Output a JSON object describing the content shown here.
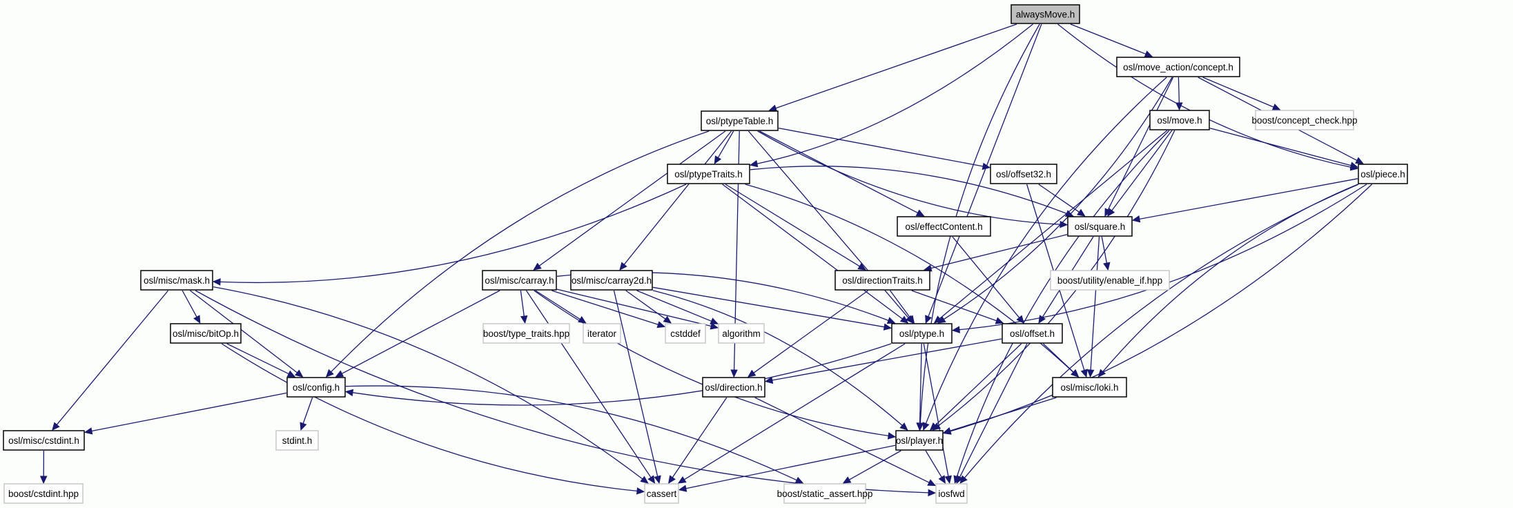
{
  "diagram": {
    "type": "include-dependency-graph",
    "root": "alwaysMove.h",
    "colors": {
      "edge": "#191970",
      "root_fill": "#bfbfbf",
      "node_border": "#000000",
      "external_border": "#bfbfbf",
      "background": "#fcfefc"
    },
    "nodes": [
      {
        "id": "alwaysMove",
        "label": "alwaysMove.h",
        "kind": "root"
      },
      {
        "id": "concept",
        "label": "osl/move_action/concept.h",
        "kind": "internal"
      },
      {
        "id": "ptypeTable",
        "label": "osl/ptypeTable.h",
        "kind": "internal"
      },
      {
        "id": "move",
        "label": "osl/move.h",
        "kind": "internal"
      },
      {
        "id": "concept_check",
        "label": "boost/concept_check.hpp",
        "kind": "external"
      },
      {
        "id": "ptypeTraits",
        "label": "osl/ptypeTraits.h",
        "kind": "internal"
      },
      {
        "id": "offset32",
        "label": "osl/offset32.h",
        "kind": "internal"
      },
      {
        "id": "piece",
        "label": "osl/piece.h",
        "kind": "internal"
      },
      {
        "id": "effectContent",
        "label": "osl/effectContent.h",
        "kind": "internal"
      },
      {
        "id": "square",
        "label": "osl/square.h",
        "kind": "internal"
      },
      {
        "id": "mask",
        "label": "osl/misc/mask.h",
        "kind": "internal"
      },
      {
        "id": "carray",
        "label": "osl/misc/carray.h",
        "kind": "internal"
      },
      {
        "id": "carray2d",
        "label": "osl/misc/carray2d.h",
        "kind": "internal"
      },
      {
        "id": "directionTraits",
        "label": "osl/directionTraits.h",
        "kind": "internal"
      },
      {
        "id": "enable_if",
        "label": "boost/utility/enable_if.hpp",
        "kind": "external"
      },
      {
        "id": "bitOp",
        "label": "osl/misc/bitOp.h",
        "kind": "internal"
      },
      {
        "id": "type_traits",
        "label": "boost/type_traits.hpp",
        "kind": "external"
      },
      {
        "id": "iterator",
        "label": "iterator",
        "kind": "external"
      },
      {
        "id": "cstddef",
        "label": "cstddef",
        "kind": "external"
      },
      {
        "id": "algorithm",
        "label": "algorithm",
        "kind": "external"
      },
      {
        "id": "ptype",
        "label": "osl/ptype.h",
        "kind": "internal"
      },
      {
        "id": "offset",
        "label": "osl/offset.h",
        "kind": "internal"
      },
      {
        "id": "config",
        "label": "osl/config.h",
        "kind": "internal"
      },
      {
        "id": "direction",
        "label": "osl/direction.h",
        "kind": "internal"
      },
      {
        "id": "loki",
        "label": "osl/misc/loki.h",
        "kind": "internal"
      },
      {
        "id": "cstdint",
        "label": "osl/misc/cstdint.h",
        "kind": "internal"
      },
      {
        "id": "stdint",
        "label": "stdint.h",
        "kind": "external"
      },
      {
        "id": "player",
        "label": "osl/player.h",
        "kind": "internal"
      },
      {
        "id": "boost_cstdint",
        "label": "boost/cstdint.hpp",
        "kind": "external"
      },
      {
        "id": "cassert",
        "label": "cassert",
        "kind": "external"
      },
      {
        "id": "static_assert",
        "label": "boost/static_assert.hpp",
        "kind": "external"
      },
      {
        "id": "iosfwd",
        "label": "iosfwd",
        "kind": "external"
      }
    ],
    "edges": [
      [
        "alwaysMove",
        "concept"
      ],
      [
        "alwaysMove",
        "ptypeTable"
      ],
      [
        "alwaysMove",
        "ptypeTraits"
      ],
      [
        "alwaysMove",
        "piece"
      ],
      [
        "alwaysMove",
        "ptype"
      ],
      [
        "alwaysMove",
        "player"
      ],
      [
        "concept",
        "move"
      ],
      [
        "concept",
        "concept_check"
      ],
      [
        "concept",
        "piece"
      ],
      [
        "concept",
        "square"
      ],
      [
        "concept",
        "ptype"
      ],
      [
        "concept",
        "player"
      ],
      [
        "ptypeTable",
        "ptypeTraits"
      ],
      [
        "ptypeTable",
        "offset32"
      ],
      [
        "ptypeTable",
        "effectContent"
      ],
      [
        "ptypeTable",
        "square"
      ],
      [
        "ptypeTable",
        "carray"
      ],
      [
        "ptypeTable",
        "carray2d"
      ],
      [
        "ptypeTable",
        "ptype"
      ],
      [
        "ptypeTable",
        "config"
      ],
      [
        "ptypeTable",
        "direction"
      ],
      [
        "move",
        "piece"
      ],
      [
        "move",
        "square"
      ],
      [
        "move",
        "ptype"
      ],
      [
        "move",
        "player"
      ],
      [
        "move",
        "iosfwd"
      ],
      [
        "ptypeTraits",
        "square"
      ],
      [
        "ptypeTraits",
        "directionTraits"
      ],
      [
        "ptypeTraits",
        "mask"
      ],
      [
        "ptypeTraits",
        "ptype"
      ],
      [
        "ptypeTraits",
        "loki"
      ],
      [
        "offset32",
        "square"
      ],
      [
        "offset32",
        "loki"
      ],
      [
        "piece",
        "square"
      ],
      [
        "piece",
        "ptype"
      ],
      [
        "piece",
        "loki"
      ],
      [
        "piece",
        "player"
      ],
      [
        "piece",
        "iosfwd"
      ],
      [
        "effectContent",
        "offset"
      ],
      [
        "square",
        "directionTraits"
      ],
      [
        "square",
        "enable_if"
      ],
      [
        "square",
        "offset"
      ],
      [
        "square",
        "loki"
      ],
      [
        "mask",
        "bitOp"
      ],
      [
        "mask",
        "config"
      ],
      [
        "mask",
        "cstdint"
      ],
      [
        "mask",
        "cassert"
      ],
      [
        "mask",
        "iosfwd"
      ],
      [
        "carray",
        "type_traits"
      ],
      [
        "carray",
        "iterator"
      ],
      [
        "carray",
        "cstddef"
      ],
      [
        "carray",
        "algorithm"
      ],
      [
        "carray",
        "config"
      ],
      [
        "carray",
        "cassert"
      ],
      [
        "carray",
        "ptype"
      ],
      [
        "carray",
        "player"
      ],
      [
        "carray2d",
        "cstddef"
      ],
      [
        "carray2d",
        "algorithm"
      ],
      [
        "carray2d",
        "cassert"
      ],
      [
        "carray2d",
        "ptype"
      ],
      [
        "carray2d",
        "player"
      ],
      [
        "directionTraits",
        "ptype"
      ],
      [
        "directionTraits",
        "offset"
      ],
      [
        "directionTraits",
        "direction"
      ],
      [
        "bitOp",
        "config"
      ],
      [
        "bitOp",
        "cassert"
      ],
      [
        "ptype",
        "config"
      ],
      [
        "ptype",
        "player"
      ],
      [
        "ptype",
        "cassert"
      ],
      [
        "ptype",
        "iosfwd"
      ],
      [
        "offset",
        "direction"
      ],
      [
        "offset",
        "loki"
      ],
      [
        "offset",
        "player"
      ],
      [
        "offset",
        "iosfwd"
      ],
      [
        "config",
        "cstdint"
      ],
      [
        "config",
        "stdint"
      ],
      [
        "config",
        "static_assert"
      ],
      [
        "direction",
        "cassert"
      ],
      [
        "direction",
        "iosfwd"
      ],
      [
        "loki",
        "player"
      ],
      [
        "cstdint",
        "boost_cstdint"
      ],
      [
        "player",
        "cassert"
      ],
      [
        "player",
        "static_assert"
      ],
      [
        "player",
        "iosfwd"
      ]
    ]
  }
}
